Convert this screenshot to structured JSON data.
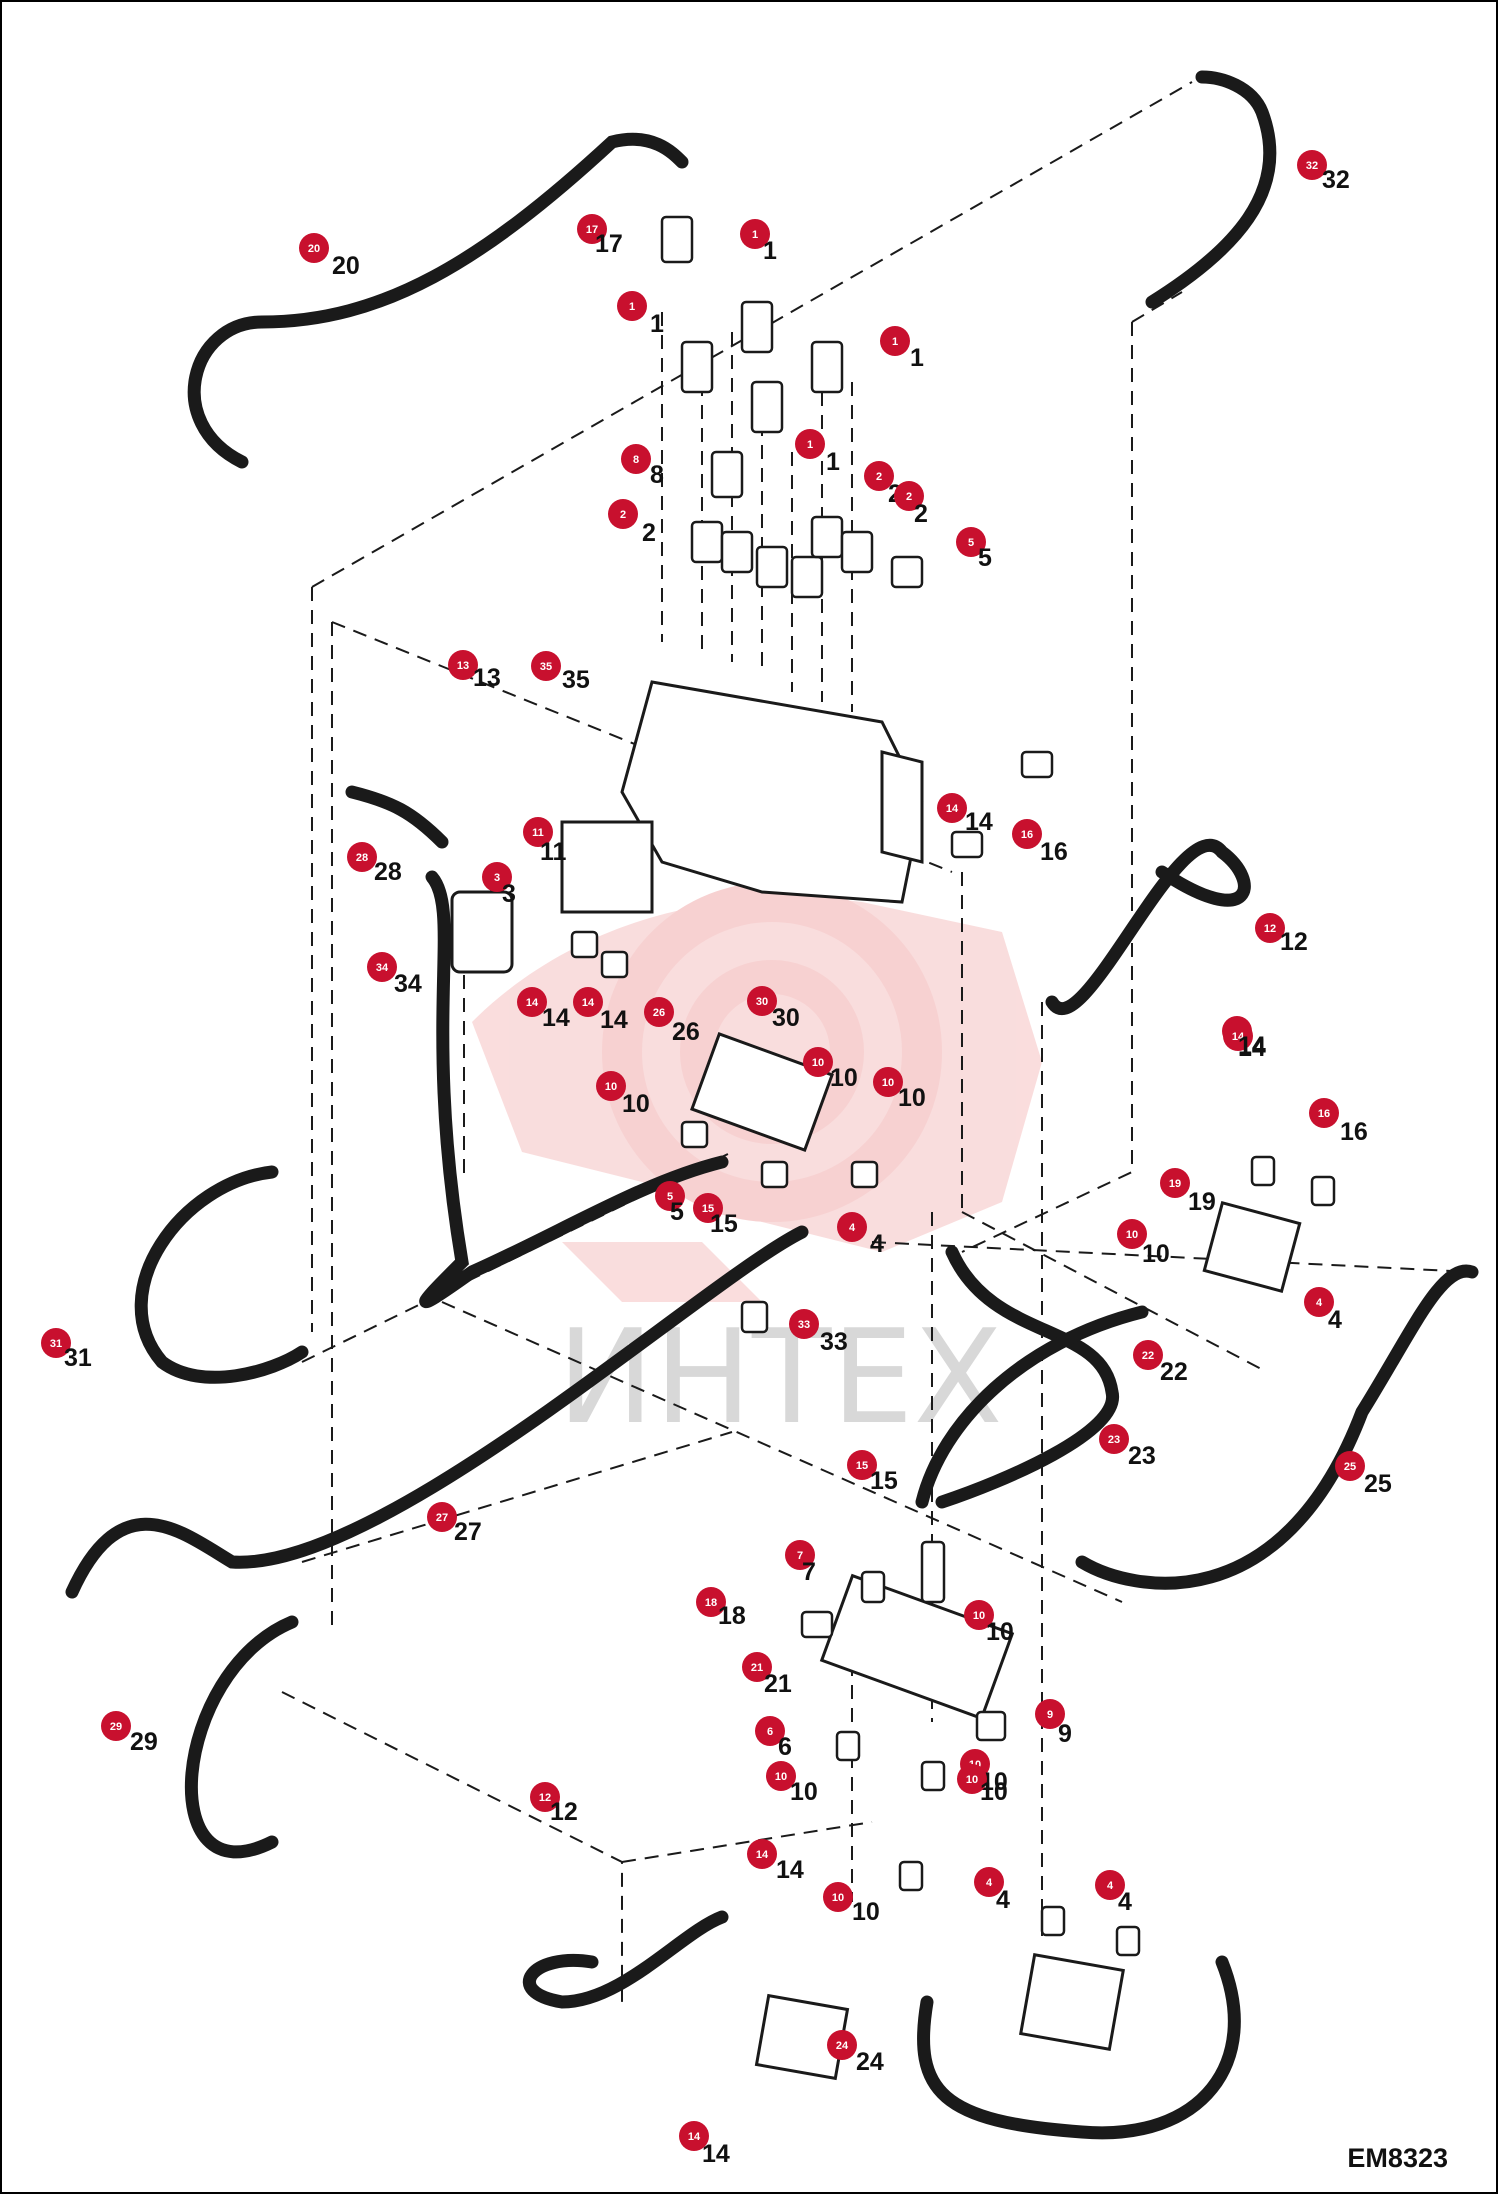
{
  "drawing_code": "EM8323",
  "watermark_text": "ИНТЕХ",
  "colors": {
    "callout": "#c8102e",
    "line": "#1a1a1a",
    "watermark": "#f2a3a3"
  },
  "callouts": [
    {
      "n": "20",
      "lbl": "20"
    },
    {
      "n": "17",
      "lbl": "17"
    },
    {
      "n": "1",
      "lbl": "1"
    },
    {
      "n": "1",
      "lbl": "1"
    },
    {
      "n": "1",
      "lbl": "1"
    },
    {
      "n": "1",
      "lbl": "1"
    },
    {
      "n": "32",
      "lbl": "32"
    },
    {
      "n": "8",
      "lbl": "8"
    },
    {
      "n": "2",
      "lbl": "2"
    },
    {
      "n": "2",
      "lbl": "2"
    },
    {
      "n": "2",
      "lbl": "2"
    },
    {
      "n": "5",
      "lbl": "5"
    },
    {
      "n": "13",
      "lbl": "13"
    },
    {
      "n": "35",
      "lbl": "35"
    },
    {
      "n": "11",
      "lbl": "11"
    },
    {
      "n": "28",
      "lbl": "28"
    },
    {
      "n": "3",
      "lbl": "3"
    },
    {
      "n": "14",
      "lbl": "14"
    },
    {
      "n": "16",
      "lbl": "16"
    },
    {
      "n": "12",
      "lbl": "12"
    },
    {
      "n": "34",
      "lbl": "34"
    },
    {
      "n": "14",
      "lbl": "14"
    },
    {
      "n": "14",
      "lbl": "14"
    },
    {
      "n": "26",
      "lbl": "26"
    },
    {
      "n": "30",
      "lbl": "30"
    },
    {
      "n": "10",
      "lbl": "10"
    },
    {
      "n": "10",
      "lbl": "10"
    },
    {
      "n": "10",
      "lbl": "10"
    },
    {
      "n": "14",
      "lbl": "14"
    },
    {
      "n": "14",
      "lbl": "14"
    },
    {
      "n": "16",
      "lbl": "16"
    },
    {
      "n": "19",
      "lbl": "19"
    },
    {
      "n": "10",
      "lbl": "10"
    },
    {
      "n": "5",
      "lbl": "5"
    },
    {
      "n": "15",
      "lbl": "15"
    },
    {
      "n": "4",
      "lbl": "4"
    },
    {
      "n": "4",
      "lbl": "4"
    },
    {
      "n": "31",
      "lbl": "31"
    },
    {
      "n": "33",
      "lbl": "33"
    },
    {
      "n": "22",
      "lbl": "22"
    },
    {
      "n": "23",
      "lbl": "23"
    },
    {
      "n": "25",
      "lbl": "25"
    },
    {
      "n": "15",
      "lbl": "15"
    },
    {
      "n": "27",
      "lbl": "27"
    },
    {
      "n": "7",
      "lbl": "7"
    },
    {
      "n": "18",
      "lbl": "18"
    },
    {
      "n": "10",
      "lbl": "10"
    },
    {
      "n": "21",
      "lbl": "21"
    },
    {
      "n": "9",
      "lbl": "9"
    },
    {
      "n": "29",
      "lbl": "29"
    },
    {
      "n": "6",
      "lbl": "6"
    },
    {
      "n": "10",
      "lbl": "10"
    },
    {
      "n": "10",
      "lbl": "10"
    },
    {
      "n": "10",
      "lbl": "10"
    },
    {
      "n": "12",
      "lbl": "12"
    },
    {
      "n": "14",
      "lbl": "14"
    },
    {
      "n": "10",
      "lbl": "10"
    },
    {
      "n": "4",
      "lbl": "4"
    },
    {
      "n": "4",
      "lbl": "4"
    },
    {
      "n": "24",
      "lbl": "24"
    },
    {
      "n": "14",
      "lbl": "14"
    }
  ]
}
